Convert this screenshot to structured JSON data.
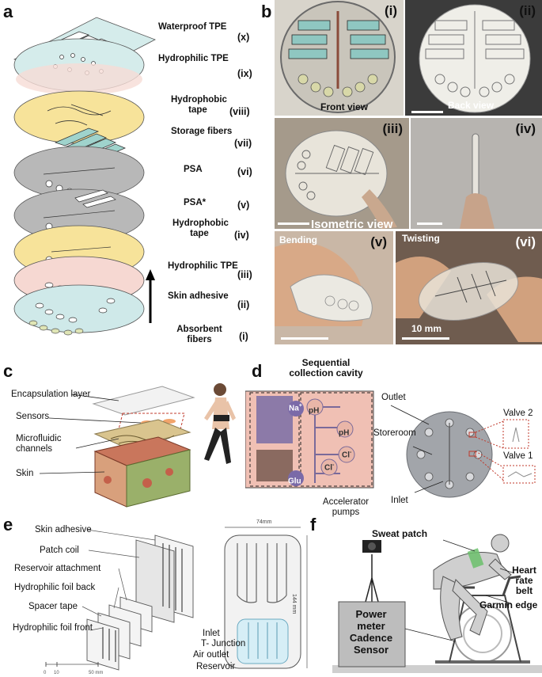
{
  "panels": {
    "a": "a",
    "b": "b",
    "c": "c",
    "d": "d",
    "e": "e",
    "f": "f"
  },
  "panel_a": {
    "layers": [
      {
        "name": "Waterproof TPE",
        "num": "(x)"
      },
      {
        "name": "Hydrophilic TPE",
        "num": "(ix)"
      },
      {
        "name": "Hydrophobic tape",
        "num": "(viii)"
      },
      {
        "name": "Storage fibers",
        "num": "(vii)"
      },
      {
        "name": "PSA",
        "num": "(vi)"
      },
      {
        "name": "PSA*",
        "num": "(v)"
      },
      {
        "name": "Hydrophobic tape",
        "num": "(iv)"
      },
      {
        "name": "Hydrophilic TPE",
        "num": "(iii)"
      },
      {
        "name": "Skin adhesive",
        "num": "(ii)"
      },
      {
        "name": "Absorbent fibers",
        "num": "(i)"
      }
    ],
    "colors": {
      "cyan": "#cfe9e9",
      "pink": "#f6d8d2",
      "yellow": "#f7e39a",
      "gray": "#b8b8b8",
      "teal": "#9fd3cc"
    }
  },
  "panel_b": {
    "photos": [
      {
        "num": "(i)",
        "caption": "Front view"
      },
      {
        "num": "(ii)",
        "caption": "Back view"
      },
      {
        "num": "(iii)",
        "caption": "Isometric view"
      },
      {
        "num": "(iv)",
        "caption": ""
      },
      {
        "num": "(v)",
        "caption": "Bending"
      },
      {
        "num": "(vi)",
        "caption": "Twisting"
      }
    ],
    "scale_label": "10 mm"
  },
  "panel_c": {
    "labels": [
      "Encapsulation layer",
      "Sensors",
      "Microfluidic channels",
      "Skin"
    ]
  },
  "panel_d": {
    "title": "Sequential collection cavity",
    "ions": [
      "Na",
      "pH",
      "pH",
      "Cl",
      "Glu",
      "Cl"
    ],
    "ion_sup": [
      "+",
      "",
      "",
      "-",
      "",
      "-"
    ],
    "pumps_label": "Accelerator pumps",
    "outlet": "Outlet",
    "storeroom": "Storeroom",
    "inlet": "Inlet",
    "valve2": "Valve 2",
    "valve1": "Valve 1"
  },
  "panel_e": {
    "labels": [
      "Skin adhesive",
      "Patch coil",
      "Reservoir attachment",
      "Hydrophilic foil back",
      "Spacer tape",
      "Hydrophilic foil front"
    ],
    "right_labels": [
      "Inlet",
      "T- Junction",
      "Air outlet",
      "Reservoir"
    ],
    "dim_w": "74mm",
    "dim_h": "144 mm",
    "scale": [
      "0",
      "10",
      "50 mm"
    ]
  },
  "panel_f": {
    "labels": {
      "sweat_patch": "Sweat patch",
      "heart_rate": "Heart rate belt",
      "garmin": "Garmin edge",
      "power_meter": "Power meter Cadence Sensor"
    }
  }
}
